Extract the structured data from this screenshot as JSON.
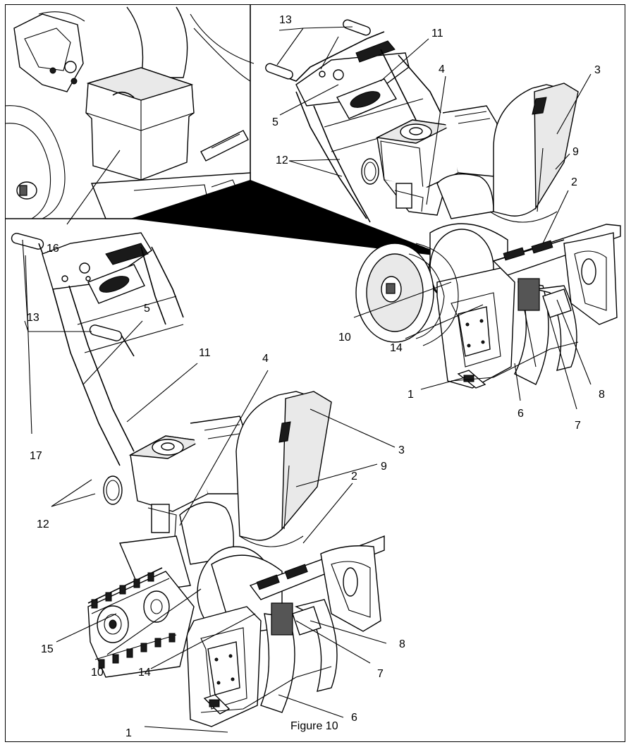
{
  "caption": "Figure 10",
  "inset_label": "16",
  "upper_callouts": [
    "1",
    "2",
    "3",
    "4",
    "5",
    "6",
    "7",
    "8",
    "9",
    "10",
    "11",
    "12",
    "13",
    "14"
  ],
  "lower_callouts": [
    "1",
    "2",
    "3",
    "4",
    "5",
    "6",
    "7",
    "8",
    "9",
    "10",
    "11",
    "12",
    "13",
    "14",
    "15",
    "17"
  ],
  "colors": {
    "line": "#000000",
    "background": "#ffffff",
    "shade": "#e9e9e9",
    "dark": "#1a1a1a"
  }
}
